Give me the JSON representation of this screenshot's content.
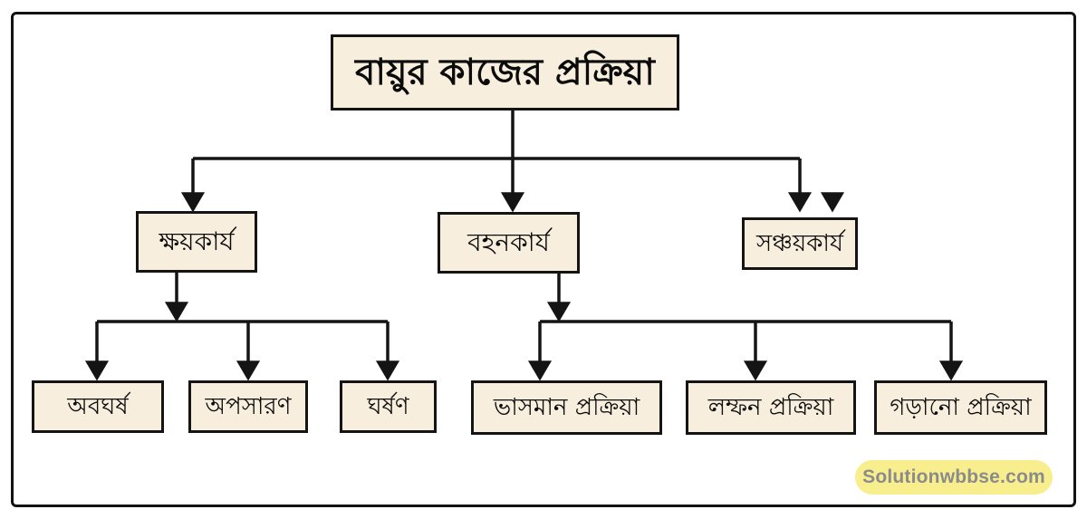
{
  "diagram": {
    "nodes": {
      "root": "বায়ুর কাজের প্রক্রিয়া",
      "erosion": "ক্ষয়কার্য",
      "transport": "বহনকার্য",
      "deposition": "সঞ্চয়কার্য",
      "abrasion": "অবঘর্ষ",
      "deflation": "অপসারণ",
      "attrition": "ঘর্ষণ",
      "suspension": "ভাসমান প্রক্রিয়া",
      "saltation": "লম্ফন প্রক্রিয়া",
      "rolling": "গড়ানো প্রক্রিয়া"
    },
    "edges": [
      [
        "root",
        "erosion"
      ],
      [
        "root",
        "transport"
      ],
      [
        "root",
        "deposition"
      ],
      [
        "erosion",
        "abrasion"
      ],
      [
        "erosion",
        "deflation"
      ],
      [
        "erosion",
        "attrition"
      ],
      [
        "transport",
        "suspension"
      ],
      [
        "transport",
        "saltation"
      ],
      [
        "transport",
        "rolling"
      ]
    ]
  },
  "colors": {
    "box_fill": "#f7eedd",
    "box_border": "#141414",
    "line": "#141414",
    "watermark_bg": "#f8ee8e",
    "watermark_text": "#8b8b8b"
  },
  "watermark": {
    "label": "Solutionwbbse.com"
  }
}
